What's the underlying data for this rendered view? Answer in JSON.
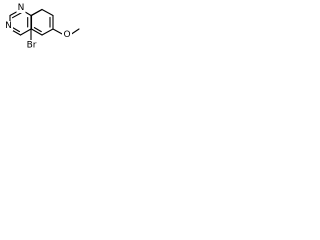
{
  "molecule": {
    "atoms": {
      "n1": "N",
      "n3": "N",
      "br": "Br",
      "o": "O"
    }
  },
  "colors": {
    "bond": "#000000",
    "text": "#000000",
    "background": "#ffffff"
  }
}
